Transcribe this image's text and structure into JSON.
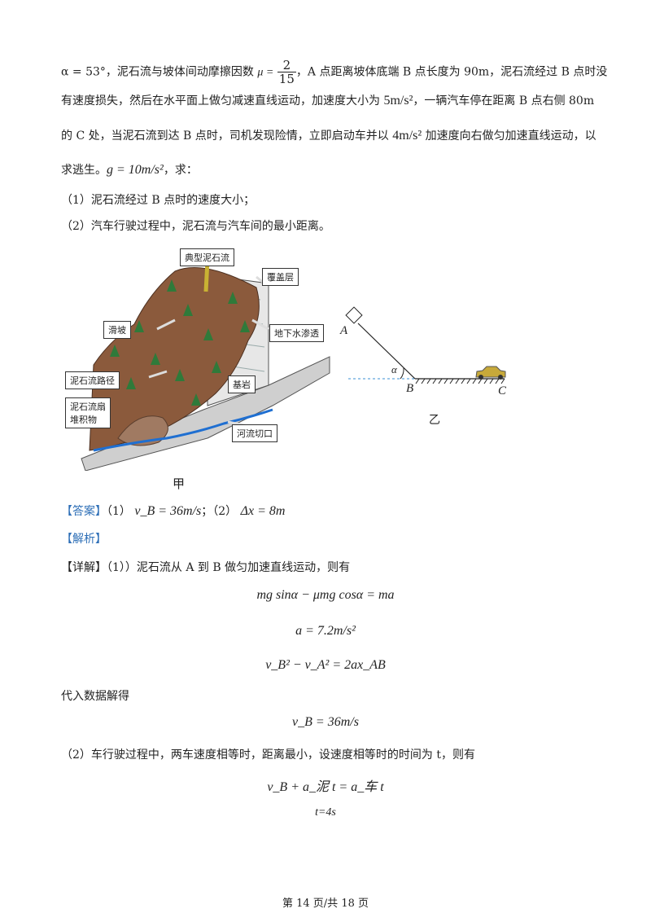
{
  "problem": {
    "l1_a": "α = 53°，泥石流与坡体间动摩擦因数 ",
    "mu_label": "μ =",
    "mu_num": "2",
    "mu_den": "15",
    "l1_b": "，A 点距离坡体底端 B 点长度为 90m，泥石流经过 B 点时没",
    "l2_a": "有速度损失，然后在水平面上做匀减速直线运动，加速度大小为 ",
    "l2_val": "5m/s²",
    "l2_b": "，一辆汽车停在距离 B 点右侧 80m",
    "l3_a": "的 C 处，当泥石流到达 B 点时，司机发现险情，立即启动车并以 ",
    "l3_val": "4m/s²",
    "l3_b": " 加速度向右做匀加速直线运动，以",
    "l4_a": "求逃生。",
    "l4_g": "g = 10m/s²",
    "l4_b": "，求：",
    "q1": "（1）泥石流经过 B 点时的速度大小；",
    "q2": "（2）汽车行驶过程中，泥石流与汽车间的最小距离。"
  },
  "figure_jia": {
    "labels": {
      "typical": "典型泥石流",
      "cover": "覆盖层",
      "slide": "滑坡",
      "groundwater": "地下水渗透",
      "path": "泥石流路径",
      "bedrock": "基岩",
      "fan": "泥石流扇\n堆积物",
      "river": "河流切口"
    },
    "caption": "甲"
  },
  "figure_yi": {
    "A": "A",
    "B": "B",
    "C": "C",
    "alpha": "α",
    "caption": "乙"
  },
  "answer": {
    "tag": "【答案】",
    "p1": "（1） ",
    "v1": "v_B = 36m/s",
    "sep": "；（2） ",
    "v2": "Δx = 8m"
  },
  "analysis_tag": "【解析】",
  "detail": {
    "tag": "【详解】",
    "text": "（1））泥石流从 A 到 B 做匀加速直线运动，则有",
    "eq1": "mg sinα − μmg cosα = ma",
    "eq2": "a = 7.2m/s²",
    "eq3": "v_B² − v_A² = 2ax_AB",
    "substitute": "代入数据解得",
    "eq4": "v_B = 36m/s",
    "p2": "（2）车行驶过程中，两车速度相等时，距离最小，设速度相等时的时间为 t，则有",
    "eq5": "v_B + a_泥 t = a_车 t",
    "eq6": "t=4s"
  },
  "footer": "第 14 页/共 18 页"
}
